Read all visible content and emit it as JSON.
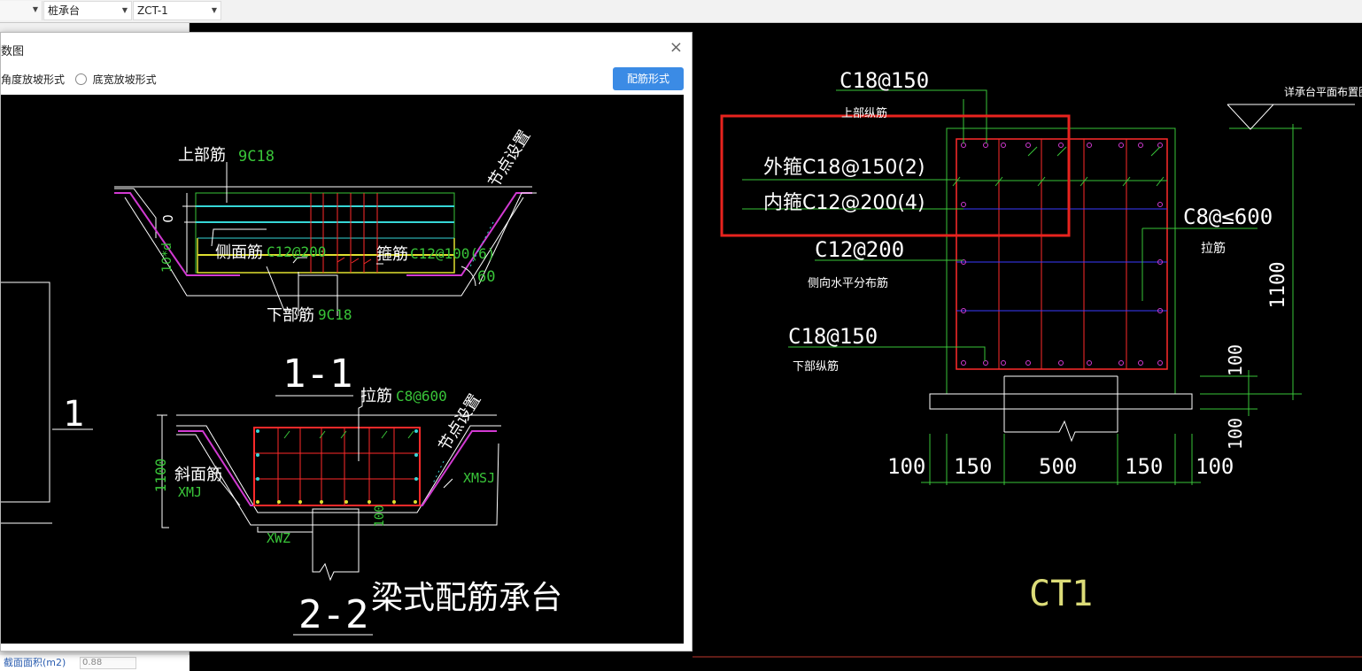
{
  "toolbar": {
    "type_select": "桩承台",
    "name_select": "ZCT-1"
  },
  "left_panel": {
    "prop_label": "截面面积(m2)",
    "prop_value": "0.88"
  },
  "dialog": {
    "title": "数图",
    "close_symbol": "×",
    "option_angle": "角度放坡形式",
    "option_width": "底宽放坡形式",
    "rebar_button": "配筋形式"
  },
  "section_1_1": {
    "top_rebar_label": "上部筋",
    "top_rebar_value": "9C18",
    "node_setting": "节点设置",
    "side_rebar_label": "侧面筋",
    "side_rebar_value": "C12@200",
    "stirrup_label": "箍筋",
    "stirrup_value": "C12@100(6)",
    "bottom_rebar_label": "下部筋",
    "bottom_rebar_value": "9C18",
    "dim_zero": "0",
    "dim_10d": "10*d",
    "angle": "60",
    "section_name": "1-1",
    "left_mark": "1"
  },
  "section_2_2": {
    "tie_label": "拉筋",
    "tie_value": "C8@600",
    "node_setting": "节点设置",
    "slope_rebar_label": "斜面筋",
    "slope_rebar_code": "XMJ",
    "slope_top_code": "XMSJ",
    "bottom_code": "XWZ",
    "height_dim": "1100",
    "dim_100": "100",
    "section_name": "2-2",
    "caption": "梁式配筋承台"
  },
  "ct1": {
    "top_rebar": "C18@150",
    "top_rebar_desc": "上部纵筋",
    "plan_ref": "详承台平面布置图",
    "outer_stirrup": "外箍C18@150(2)",
    "inner_stirrup": "内箍C12@200(4)",
    "tie": "C8@≤600",
    "tie_desc": "拉筋",
    "side_rebar": "C12@200",
    "side_rebar_desc": "侧向水平分布筋",
    "bottom_rebar": "C18@150",
    "bottom_rebar_desc": "下部纵筋",
    "height_dim": "1100",
    "dim_100_a": "100",
    "dim_100_b": "100",
    "width_dims": [
      "100",
      "150",
      "500",
      "150",
      "100"
    ],
    "title": "CT1"
  },
  "colors": {
    "cad_background": "#000000",
    "dim_green": "#39c539",
    "rebar_red": "#ff2a2a",
    "highlight_red": "#e8231e",
    "magenta": "#d23ad2",
    "cyan": "#36d6d6",
    "blue_line": "#3a3aff",
    "title_yellow": "#dcdc78",
    "button_blue": "#3b8be5"
  }
}
